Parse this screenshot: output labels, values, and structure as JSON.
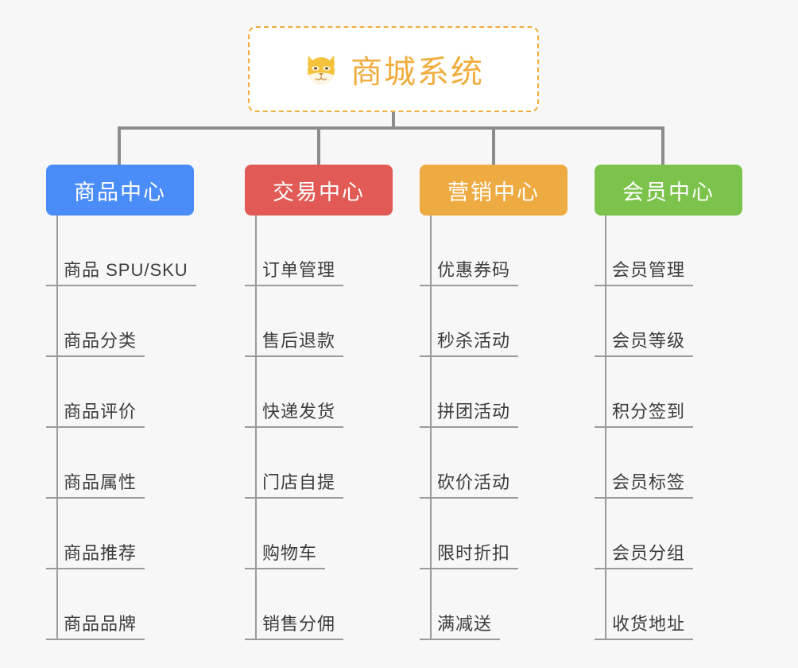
{
  "page": {
    "background_color": "#f7f7f7",
    "line_color": "#8c8c8c"
  },
  "root": {
    "icon": "shiba-dog-face-emoji",
    "icon_glyph": "🐕",
    "title": "商城系统",
    "title_color": "#f0ad3e",
    "border_color": "#f2ab3c",
    "background_color": "#ffffff"
  },
  "columns": [
    {
      "id": "product-center",
      "label": "商品中心",
      "color": "#4b8df8",
      "items": [
        "商品 SPU/SKU",
        "商品分类",
        "商品评价",
        "商品属性",
        "商品推荐",
        "商品品牌"
      ]
    },
    {
      "id": "trade-center",
      "label": "交易中心",
      "color": "#e25a55",
      "items": [
        "订单管理",
        "售后退款",
        "快递发货",
        "门店自提",
        "购物车",
        "销售分佣"
      ]
    },
    {
      "id": "marketing-center",
      "label": "营销中心",
      "color": "#eeab42",
      "items": [
        "优惠券码",
        "秒杀活动",
        "拼团活动",
        "砍价活动",
        "限时折扣",
        "满减送"
      ]
    },
    {
      "id": "member-center",
      "label": "会员中心",
      "color": "#7cc34c",
      "items": [
        "会员管理",
        "会员等级",
        "积分签到",
        "会员标签",
        "会员分组",
        "收货地址"
      ]
    }
  ]
}
